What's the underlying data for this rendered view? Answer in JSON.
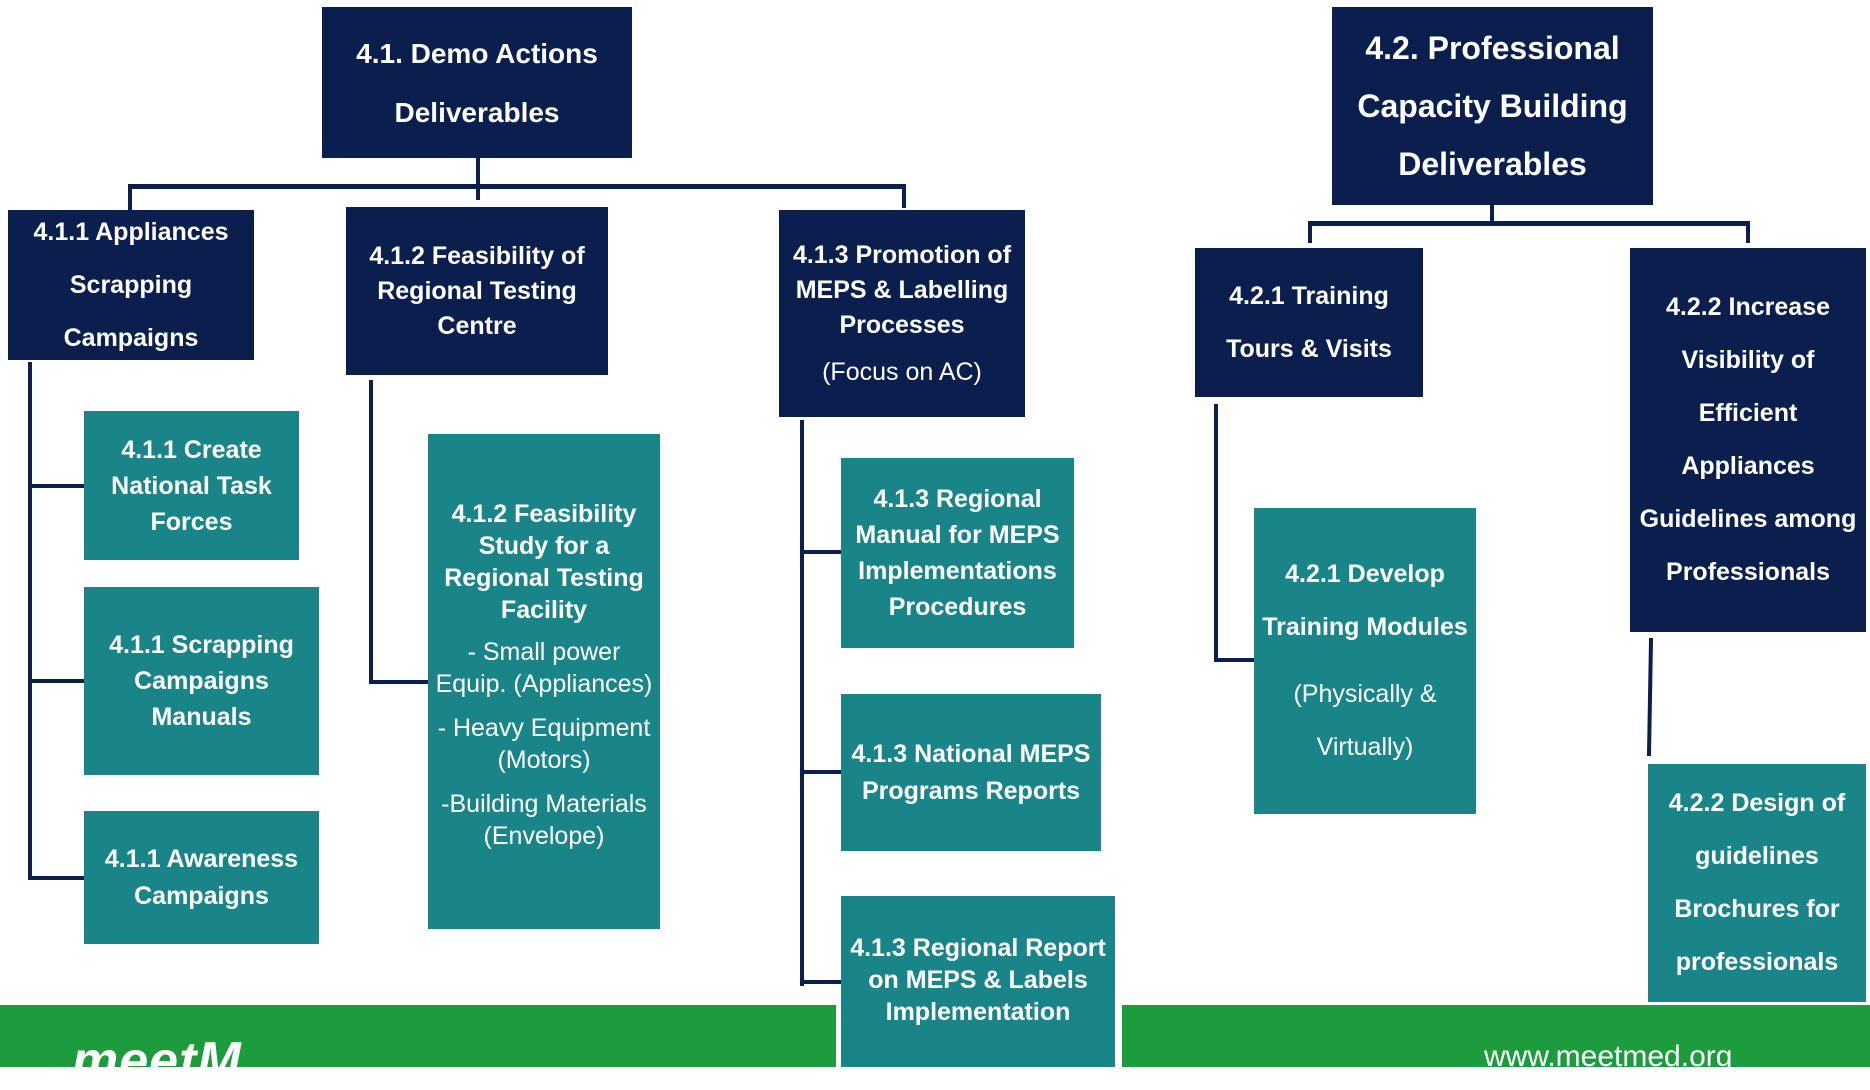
{
  "diagram": {
    "root_41": {
      "line1": "4.1. Demo Actions",
      "line2": "Deliverables"
    },
    "root_42": {
      "line1": "4.2. Professional",
      "line2": "Capacity Building",
      "line3": "Deliverables"
    },
    "n411": {
      "line1": "4.1.1 Appliances",
      "line2": "Scrapping",
      "line3": "Campaigns"
    },
    "n412": {
      "line1": "4.1.2 Feasibility of",
      "line2": "Regional Testing",
      "line3": "Centre"
    },
    "n413": {
      "line1": "4.1.3 Promotion of",
      "line2": "MEPS & Labelling",
      "line3": "Processes",
      "line4": "(Focus on AC)"
    },
    "n421": {
      "line1": "4.2.1 Training",
      "line2": "Tours & Visits"
    },
    "n422": {
      "line1": "4.2.2 Increase",
      "line2": "Visibility of",
      "line3": "Efficient Appliances",
      "line4": "Guidelines among",
      "line5": "Professionals"
    },
    "c411a": {
      "line1": "4.1.1 Create",
      "line2": "National Task",
      "line3": "Forces"
    },
    "c411b": {
      "line1": "4.1.1 Scrapping",
      "line2": "Campaigns",
      "line3": "Manuals"
    },
    "c411c": {
      "line1": "4.1.1 Awareness",
      "line2": "Campaigns"
    },
    "c412": {
      "line1": "4.1.2 Feasibility",
      "line2": "Study for a",
      "line3": "Regional Testing",
      "line4": "Facility",
      "item1a": "- Small power",
      "item1b": "Equip. (Appliances)",
      "item2a": "- Heavy Equipment",
      "item2b": "(Motors)",
      "item3a": "-Building Materials",
      "item3b": "(Envelope)"
    },
    "c413a": {
      "line1": "4.1.3 Regional",
      "line2": "Manual for MEPS",
      "line3": "Implementations",
      "line4": "Procedures"
    },
    "c413b": {
      "line1": "4.1.3 National MEPS",
      "line2": "Programs Reports"
    },
    "c413c": {
      "line1": "4.1.3 Regional Report",
      "line2": "on MEPS & Labels",
      "line3": "Implementation"
    },
    "c421": {
      "line1": "4.2.1 Develop",
      "line2": "Training Modules",
      "line3": "(Physically &",
      "line4": "Virtually)"
    },
    "c422": {
      "line1": "4.2.2 Design of",
      "line2": "guidelines",
      "line3": "Brochures for",
      "line4": "professionals"
    }
  },
  "footer": {
    "logo_text": "meetM",
    "url": "www.meetmed.org"
  },
  "colors": {
    "navy": "#0a1f4d",
    "teal": "#1a8589",
    "green": "#1c9c3c"
  }
}
